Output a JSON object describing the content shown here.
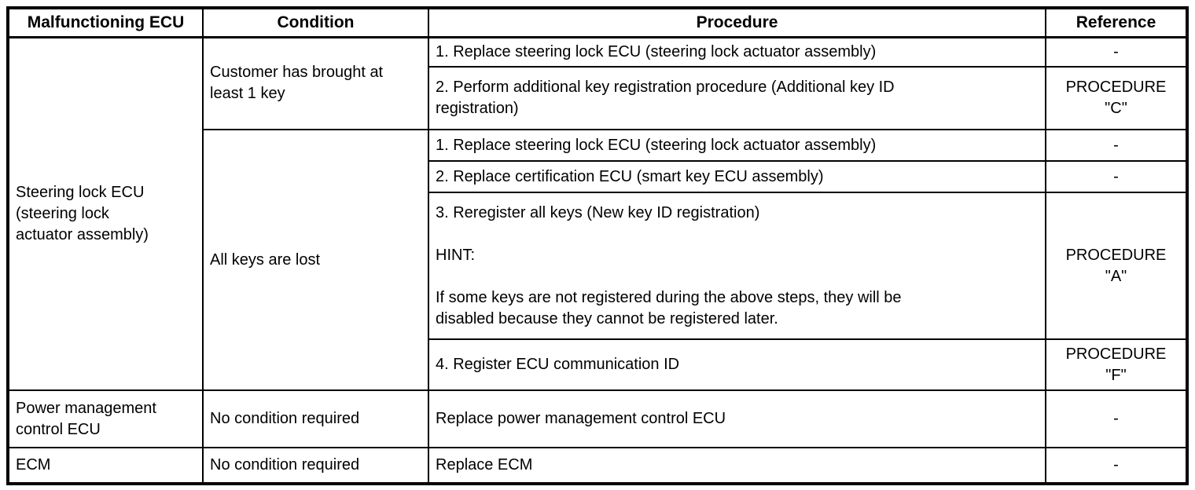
{
  "table": {
    "header": {
      "malfunctioning_ecu": "Malfunctioning ECU",
      "condition": "Condition",
      "procedure": "Procedure",
      "reference": "Reference"
    },
    "ecus": [
      {
        "name": "Steering lock ECU\n(steering lock\nactuator assembly)",
        "conditions": [
          {
            "condition": "Customer has brought at\nleast 1 key",
            "procedures": [
              {
                "procedure": "1. Replace steering lock ECU (steering lock actuator assembly)",
                "reference": "-"
              },
              {
                "procedure": "2. Perform additional key registration procedure (Additional key ID\nregistration)",
                "reference": "PROCEDURE\n\"C\""
              }
            ]
          },
          {
            "condition": "All keys are lost",
            "procedures": [
              {
                "procedure": "1. Replace steering lock ECU (steering lock actuator assembly)",
                "reference": "-"
              },
              {
                "procedure": "2. Replace certification ECU (smart key ECU assembly)",
                "reference": "-"
              },
              {
                "procedure": "3. Reregister all keys (New key ID registration)\n\nHINT:\n\nIf some keys are not registered during the above steps, they will be\ndisabled because they cannot be registered later.",
                "reference": "PROCEDURE\n\"A\""
              },
              {
                "procedure": "4. Register ECU communication ID",
                "reference": "PROCEDURE\n\"F\""
              }
            ]
          }
        ]
      },
      {
        "name": "Power management\ncontrol ECU",
        "conditions": [
          {
            "condition": "No condition required",
            "procedures": [
              {
                "procedure": "Replace power management control ECU",
                "reference": "-"
              }
            ]
          }
        ]
      },
      {
        "name": "ECM",
        "conditions": [
          {
            "condition": "No condition required",
            "procedures": [
              {
                "procedure": "Replace ECM",
                "reference": "-"
              }
            ]
          }
        ]
      }
    ]
  }
}
